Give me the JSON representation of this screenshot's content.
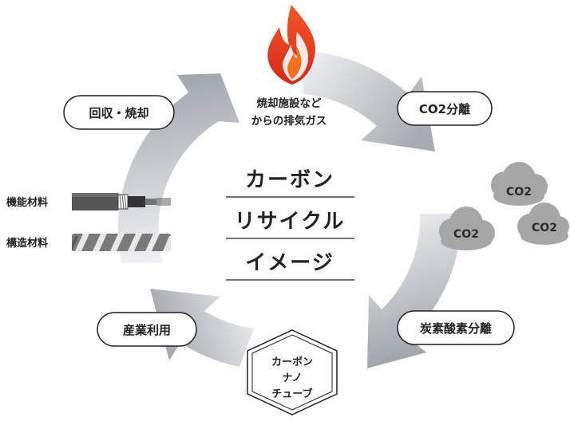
{
  "center": {
    "lines": [
      "カーボン",
      "リサイクル",
      "イメージ"
    ]
  },
  "stages": {
    "top": [
      "焼却施設など",
      "からの排気ガス"
    ],
    "co2_separation": "CO2分離",
    "carbon_separation": "炭素酸素分離",
    "hexagon": [
      "カーボン",
      "ナノ",
      "チューブ"
    ],
    "industrial_use": "産業利用",
    "collection": "回収・焼却"
  },
  "materials": {
    "functional": "機能材料",
    "structural": "構造材料"
  },
  "co2_clouds": [
    "CO2",
    "CO2",
    "CO2"
  ],
  "icons": {
    "flame": "flame-icon",
    "cable": "cable-icon",
    "rope": "rope-icon",
    "cloud": "cloud-icon"
  },
  "colors": {
    "ring_light": "#f3f4f6",
    "ring_dark": "#9ea3aa",
    "flame_outer": "#e8331f",
    "flame_inner": "#f37021",
    "cloud": "#a6a6a6",
    "text": "#222222"
  }
}
